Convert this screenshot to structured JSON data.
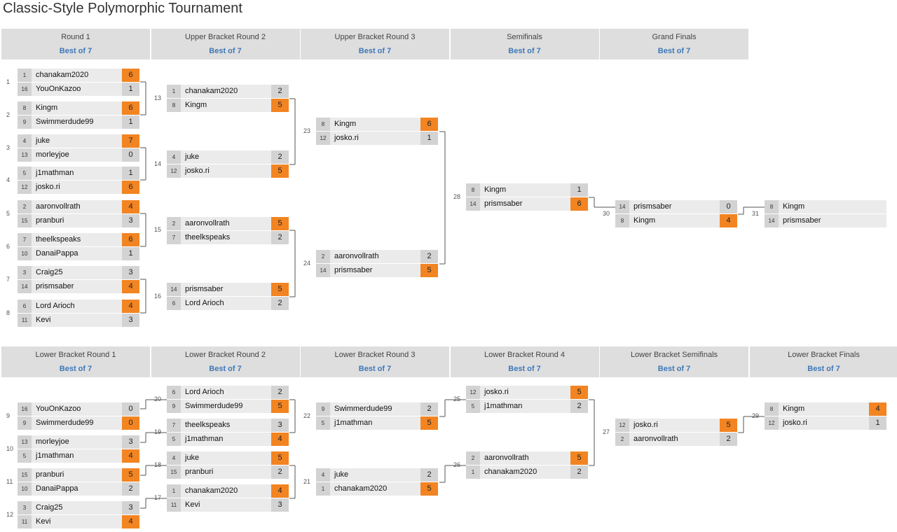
{
  "title": "Classic-Style Polymorphic Tournament",
  "colors": {
    "winner": "#f28422",
    "header": "#dedede",
    "best_of": "#3d78b8",
    "row": "#ebebeb",
    "seed": "#d3d3d3"
  },
  "upper_headers": [
    {
      "name": "Round 1",
      "best": "Best of 7"
    },
    {
      "name": "Upper Bracket Round 2",
      "best": "Best of 7"
    },
    {
      "name": "Upper Bracket Round 3",
      "best": "Best of 7"
    },
    {
      "name": "Semifinals",
      "best": "Best of 7"
    },
    {
      "name": "Grand Finals",
      "best": "Best of 7"
    }
  ],
  "lower_headers": [
    {
      "name": "Lower Bracket Round 1",
      "best": "Best of 7"
    },
    {
      "name": "Lower Bracket Round 2",
      "best": "Best of 7"
    },
    {
      "name": "Lower Bracket Round 3",
      "best": "Best of 7"
    },
    {
      "name": "Lower Bracket Round 4",
      "best": "Best of 7"
    },
    {
      "name": "Lower Bracket Semifinals",
      "best": "Best of 7"
    },
    {
      "name": "Lower Bracket Finals",
      "best": "Best of 7"
    }
  ],
  "matches": [
    {
      "id": "1",
      "teams": [
        {
          "seed": "1",
          "name": "chanakam2020",
          "score": "6",
          "win": true
        },
        {
          "seed": "16",
          "name": "YouOnKazoo",
          "score": "1",
          "win": false
        }
      ]
    },
    {
      "id": "2",
      "teams": [
        {
          "seed": "8",
          "name": "Kingm",
          "score": "6",
          "win": true
        },
        {
          "seed": "9",
          "name": "Swimmerdude99",
          "score": "1",
          "win": false
        }
      ]
    },
    {
      "id": "3",
      "teams": [
        {
          "seed": "4",
          "name": "juke",
          "score": "7",
          "win": true
        },
        {
          "seed": "13",
          "name": "morleyjoe",
          "score": "0",
          "win": false
        }
      ]
    },
    {
      "id": "4",
      "teams": [
        {
          "seed": "5",
          "name": "j1mathman",
          "score": "1",
          "win": false
        },
        {
          "seed": "12",
          "name": "josko.ri",
          "score": "6",
          "win": true
        }
      ]
    },
    {
      "id": "5",
      "teams": [
        {
          "seed": "2",
          "name": "aaronvollrath",
          "score": "4",
          "win": true
        },
        {
          "seed": "15",
          "name": "pranburi",
          "score": "3",
          "win": false
        }
      ]
    },
    {
      "id": "6",
      "teams": [
        {
          "seed": "7",
          "name": "theelkspeaks",
          "score": "6",
          "win": true
        },
        {
          "seed": "10",
          "name": "DanaiPappa",
          "score": "1",
          "win": false
        }
      ]
    },
    {
      "id": "7",
      "teams": [
        {
          "seed": "3",
          "name": "Craig25",
          "score": "3",
          "win": false
        },
        {
          "seed": "14",
          "name": "prismsaber",
          "score": "4",
          "win": true
        }
      ]
    },
    {
      "id": "8",
      "teams": [
        {
          "seed": "6",
          "name": "Lord Arioch",
          "score": "4",
          "win": true
        },
        {
          "seed": "11",
          "name": "Kevi",
          "score": "3",
          "win": false
        }
      ]
    },
    {
      "id": "13",
      "teams": [
        {
          "seed": "1",
          "name": "chanakam2020",
          "score": "2",
          "win": false
        },
        {
          "seed": "8",
          "name": "Kingm",
          "score": "5",
          "win": true
        }
      ]
    },
    {
      "id": "14",
      "teams": [
        {
          "seed": "4",
          "name": "juke",
          "score": "2",
          "win": false
        },
        {
          "seed": "12",
          "name": "josko.ri",
          "score": "5",
          "win": true
        }
      ]
    },
    {
      "id": "15",
      "teams": [
        {
          "seed": "2",
          "name": "aaronvollrath",
          "score": "5",
          "win": true
        },
        {
          "seed": "7",
          "name": "theelkspeaks",
          "score": "2",
          "win": false
        }
      ]
    },
    {
      "id": "16",
      "teams": [
        {
          "seed": "14",
          "name": "prismsaber",
          "score": "5",
          "win": true
        },
        {
          "seed": "6",
          "name": "Lord Arioch",
          "score": "2",
          "win": false
        }
      ]
    },
    {
      "id": "23",
      "teams": [
        {
          "seed": "8",
          "name": "Kingm",
          "score": "6",
          "win": true
        },
        {
          "seed": "12",
          "name": "josko.ri",
          "score": "1",
          "win": false
        }
      ]
    },
    {
      "id": "24",
      "teams": [
        {
          "seed": "2",
          "name": "aaronvollrath",
          "score": "2",
          "win": false
        },
        {
          "seed": "14",
          "name": "prismsaber",
          "score": "5",
          "win": true
        }
      ]
    },
    {
      "id": "28",
      "teams": [
        {
          "seed": "8",
          "name": "Kingm",
          "score": "1",
          "win": false
        },
        {
          "seed": "14",
          "name": "prismsaber",
          "score": "6",
          "win": true
        }
      ]
    },
    {
      "id": "30",
      "teams": [
        {
          "seed": "14",
          "name": "prismsaber",
          "score": "0",
          "win": false
        },
        {
          "seed": "8",
          "name": "Kingm",
          "score": "4",
          "win": true
        }
      ]
    },
    {
      "id": "31",
      "teams": [
        {
          "seed": "8",
          "name": "Kingm",
          "score": "",
          "win": false
        },
        {
          "seed": "14",
          "name": "prismsaber",
          "score": "",
          "win": false
        }
      ]
    },
    {
      "id": "9",
      "teams": [
        {
          "seed": "16",
          "name": "YouOnKazoo",
          "score": "0",
          "win": false
        },
        {
          "seed": "9",
          "name": "Swimmerdude99",
          "score": "0",
          "win": true
        }
      ]
    },
    {
      "id": "10",
      "teams": [
        {
          "seed": "13",
          "name": "morleyjoe",
          "score": "3",
          "win": false
        },
        {
          "seed": "5",
          "name": "j1mathman",
          "score": "4",
          "win": true
        }
      ]
    },
    {
      "id": "11",
      "teams": [
        {
          "seed": "15",
          "name": "pranburi",
          "score": "5",
          "win": true
        },
        {
          "seed": "10",
          "name": "DanaiPappa",
          "score": "2",
          "win": false
        }
      ]
    },
    {
      "id": "12",
      "teams": [
        {
          "seed": "3",
          "name": "Craig25",
          "score": "3",
          "win": false
        },
        {
          "seed": "11",
          "name": "Kevi",
          "score": "4",
          "win": true
        }
      ]
    },
    {
      "id": "20",
      "teams": [
        {
          "seed": "6",
          "name": "Lord Arioch",
          "score": "2",
          "win": false
        },
        {
          "seed": "9",
          "name": "Swimmerdude99",
          "score": "5",
          "win": true
        }
      ]
    },
    {
      "id": "19",
      "teams": [
        {
          "seed": "7",
          "name": "theelkspeaks",
          "score": "3",
          "win": false
        },
        {
          "seed": "5",
          "name": "j1mathman",
          "score": "4",
          "win": true
        }
      ]
    },
    {
      "id": "18",
      "teams": [
        {
          "seed": "4",
          "name": "juke",
          "score": "5",
          "win": true
        },
        {
          "seed": "15",
          "name": "pranburi",
          "score": "2",
          "win": false
        }
      ]
    },
    {
      "id": "17",
      "teams": [
        {
          "seed": "1",
          "name": "chanakam2020",
          "score": "4",
          "win": true
        },
        {
          "seed": "11",
          "name": "Kevi",
          "score": "3",
          "win": false
        }
      ]
    },
    {
      "id": "22",
      "teams": [
        {
          "seed": "9",
          "name": "Swimmerdude99",
          "score": "2",
          "win": false
        },
        {
          "seed": "5",
          "name": "j1mathman",
          "score": "5",
          "win": true
        }
      ]
    },
    {
      "id": "21",
      "teams": [
        {
          "seed": "4",
          "name": "juke",
          "score": "2",
          "win": false
        },
        {
          "seed": "1",
          "name": "chanakam2020",
          "score": "5",
          "win": true
        }
      ]
    },
    {
      "id": "25",
      "teams": [
        {
          "seed": "12",
          "name": "josko.ri",
          "score": "5",
          "win": true
        },
        {
          "seed": "5",
          "name": "j1mathman",
          "score": "2",
          "win": false
        }
      ]
    },
    {
      "id": "26",
      "teams": [
        {
          "seed": "2",
          "name": "aaronvollrath",
          "score": "5",
          "win": true
        },
        {
          "seed": "1",
          "name": "chanakam2020",
          "score": "2",
          "win": false
        }
      ]
    },
    {
      "id": "27",
      "teams": [
        {
          "seed": "12",
          "name": "josko.ri",
          "score": "5",
          "win": true
        },
        {
          "seed": "2",
          "name": "aaronvollrath",
          "score": "2",
          "win": false
        }
      ]
    },
    {
      "id": "29",
      "teams": [
        {
          "seed": "8",
          "name": "Kingm",
          "score": "4",
          "win": true
        },
        {
          "seed": "12",
          "name": "josko.ri",
          "score": "1",
          "win": false
        }
      ]
    }
  ],
  "connector_labels": [
    "13",
    "14",
    "15",
    "16",
    "23",
    "24",
    "28",
    "30",
    "31",
    "20",
    "19",
    "18",
    "17",
    "22",
    "21",
    "25",
    "26",
    "27",
    "29"
  ]
}
